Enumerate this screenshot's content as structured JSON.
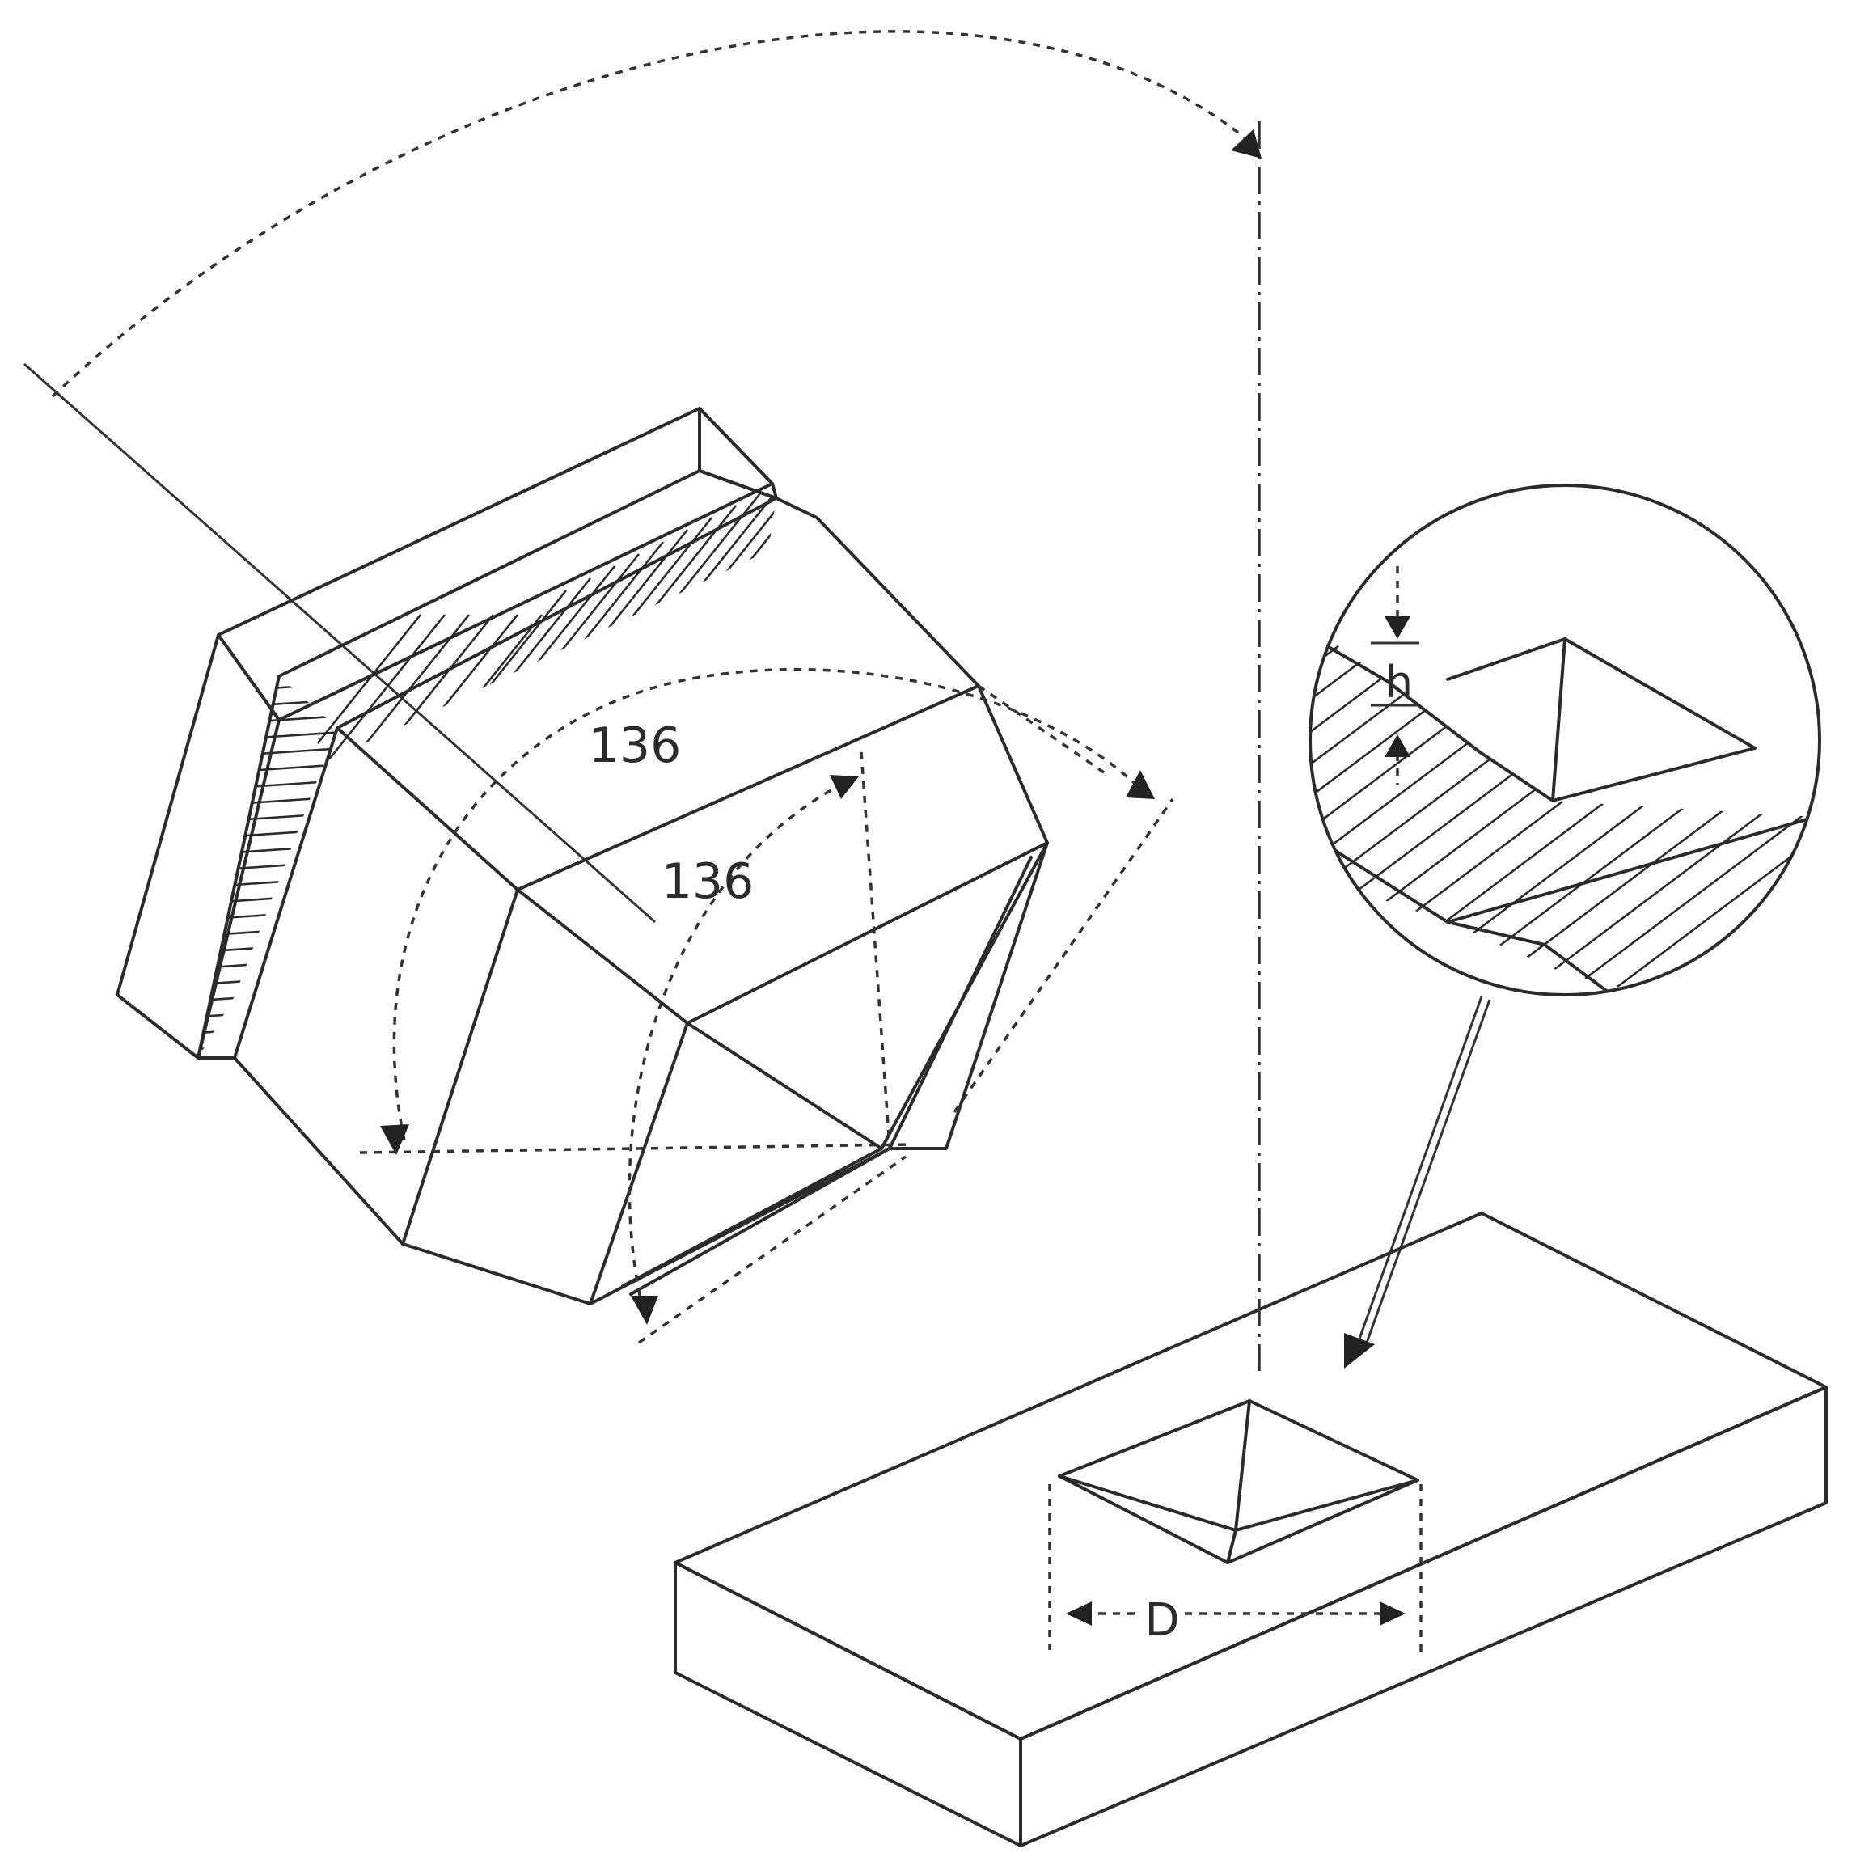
{
  "labels": {
    "outer_angle": "136",
    "inner_angle": "136",
    "depth": "h",
    "diagonal": "D"
  }
}
